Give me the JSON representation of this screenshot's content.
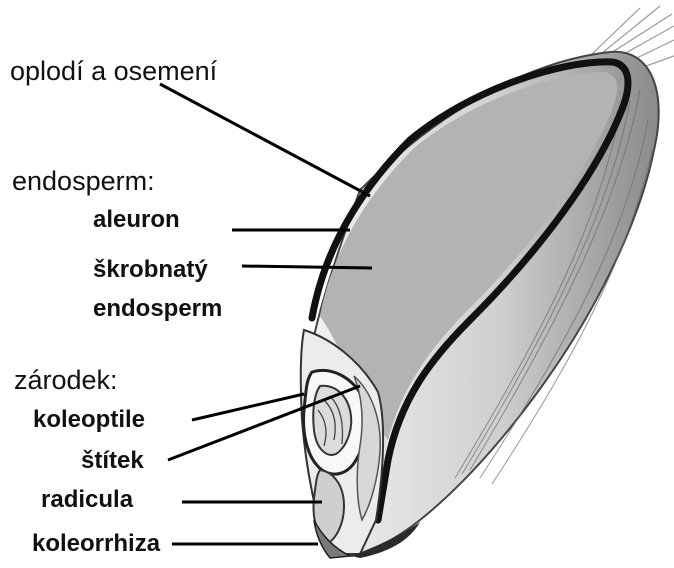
{
  "labels": {
    "pericarp": "oplodí a osemení",
    "endosperm_heading": "endosperm:",
    "aleurone": "aleuron",
    "starchy_line1": "škrobnatý",
    "starchy_line2": "endosperm",
    "embryo_heading": "zárodek:",
    "coleoptile": "koleoptile",
    "scutellum": "štítek",
    "radicle": "radicula",
    "coleorhiza": "koleorrhiza"
  }
}
